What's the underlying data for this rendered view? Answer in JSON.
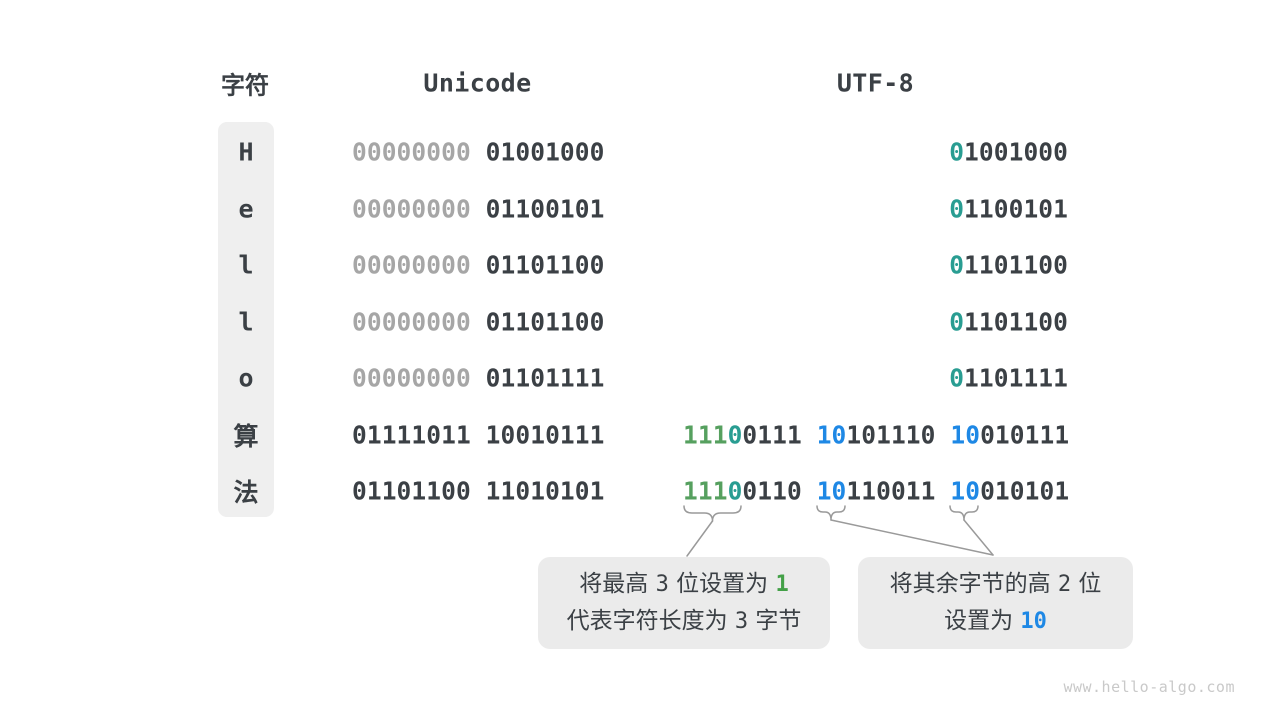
{
  "headers": {
    "char": "字符",
    "unicode": "Unicode",
    "utf8": "UTF-8"
  },
  "colors": {
    "dark": "#3B4045",
    "gray": "#A6A6A6",
    "teal": "#299D92",
    "green": "#56A05F",
    "green_bright": "#43A047",
    "blue": "#1E88E5"
  },
  "rows": [
    {
      "char": "H",
      "unicode": [
        {
          "text": "00000000",
          "color": "gray"
        },
        {
          "text": "01001000",
          "color": "dark"
        }
      ],
      "utf8": [
        [
          {
            "text": "0",
            "color": "teal"
          },
          {
            "text": "1001000",
            "color": "dark"
          }
        ]
      ]
    },
    {
      "char": "e",
      "unicode": [
        {
          "text": "00000000",
          "color": "gray"
        },
        {
          "text": "01100101",
          "color": "dark"
        }
      ],
      "utf8": [
        [
          {
            "text": "0",
            "color": "teal"
          },
          {
            "text": "1100101",
            "color": "dark"
          }
        ]
      ]
    },
    {
      "char": "l",
      "unicode": [
        {
          "text": "00000000",
          "color": "gray"
        },
        {
          "text": "01101100",
          "color": "dark"
        }
      ],
      "utf8": [
        [
          {
            "text": "0",
            "color": "teal"
          },
          {
            "text": "1101100",
            "color": "dark"
          }
        ]
      ]
    },
    {
      "char": "l",
      "unicode": [
        {
          "text": "00000000",
          "color": "gray"
        },
        {
          "text": "01101100",
          "color": "dark"
        }
      ],
      "utf8": [
        [
          {
            "text": "0",
            "color": "teal"
          },
          {
            "text": "1101100",
            "color": "dark"
          }
        ]
      ]
    },
    {
      "char": "o",
      "unicode": [
        {
          "text": "00000000",
          "color": "gray"
        },
        {
          "text": "01101111",
          "color": "dark"
        }
      ],
      "utf8": [
        [
          {
            "text": "0",
            "color": "teal"
          },
          {
            "text": "1101111",
            "color": "dark"
          }
        ]
      ]
    },
    {
      "char": "算",
      "unicode": [
        {
          "text": "01111011",
          "color": "dark"
        },
        {
          "text": "10010111",
          "color": "dark"
        }
      ],
      "utf8": [
        [
          {
            "text": "111",
            "color": "green"
          },
          {
            "text": "0",
            "color": "teal"
          },
          {
            "text": "0111",
            "color": "dark"
          }
        ],
        [
          {
            "text": "10",
            "color": "blue"
          },
          {
            "text": "101110",
            "color": "dark"
          }
        ],
        [
          {
            "text": "10",
            "color": "blue"
          },
          {
            "text": "010111",
            "color": "dark"
          }
        ]
      ]
    },
    {
      "char": "法",
      "unicode": [
        {
          "text": "01101100",
          "color": "dark"
        },
        {
          "text": "11010101",
          "color": "dark"
        }
      ],
      "utf8": [
        [
          {
            "text": "111",
            "color": "green"
          },
          {
            "text": "0",
            "color": "teal"
          },
          {
            "text": "0110",
            "color": "dark"
          }
        ],
        [
          {
            "text": "10",
            "color": "blue"
          },
          {
            "text": "110011",
            "color": "dark"
          }
        ],
        [
          {
            "text": "10",
            "color": "blue"
          },
          {
            "text": "010101",
            "color": "dark"
          }
        ]
      ]
    }
  ],
  "callouts": [
    {
      "lines": [
        [
          {
            "text": "将最高 ",
            "color": "dark"
          },
          {
            "text": "3",
            "color": "dark",
            "mono": true
          },
          {
            "text": " 位设置为 ",
            "color": "dark"
          },
          {
            "text": "1",
            "color": "green_bright",
            "mono": true,
            "bold": true
          }
        ],
        [
          {
            "text": "代表字符长度为 ",
            "color": "dark"
          },
          {
            "text": "3",
            "color": "dark",
            "mono": true
          },
          {
            "text": " 字节",
            "color": "dark"
          }
        ]
      ]
    },
    {
      "lines": [
        [
          {
            "text": "将其余字节的高 ",
            "color": "dark"
          },
          {
            "text": "2",
            "color": "dark",
            "mono": true
          },
          {
            "text": " 位",
            "color": "dark"
          }
        ],
        [
          {
            "text": "设置为 ",
            "color": "dark"
          },
          {
            "text": "10",
            "color": "blue",
            "mono": true,
            "bold": true
          }
        ]
      ]
    }
  ],
  "watermark": "www.hello-algo.com"
}
